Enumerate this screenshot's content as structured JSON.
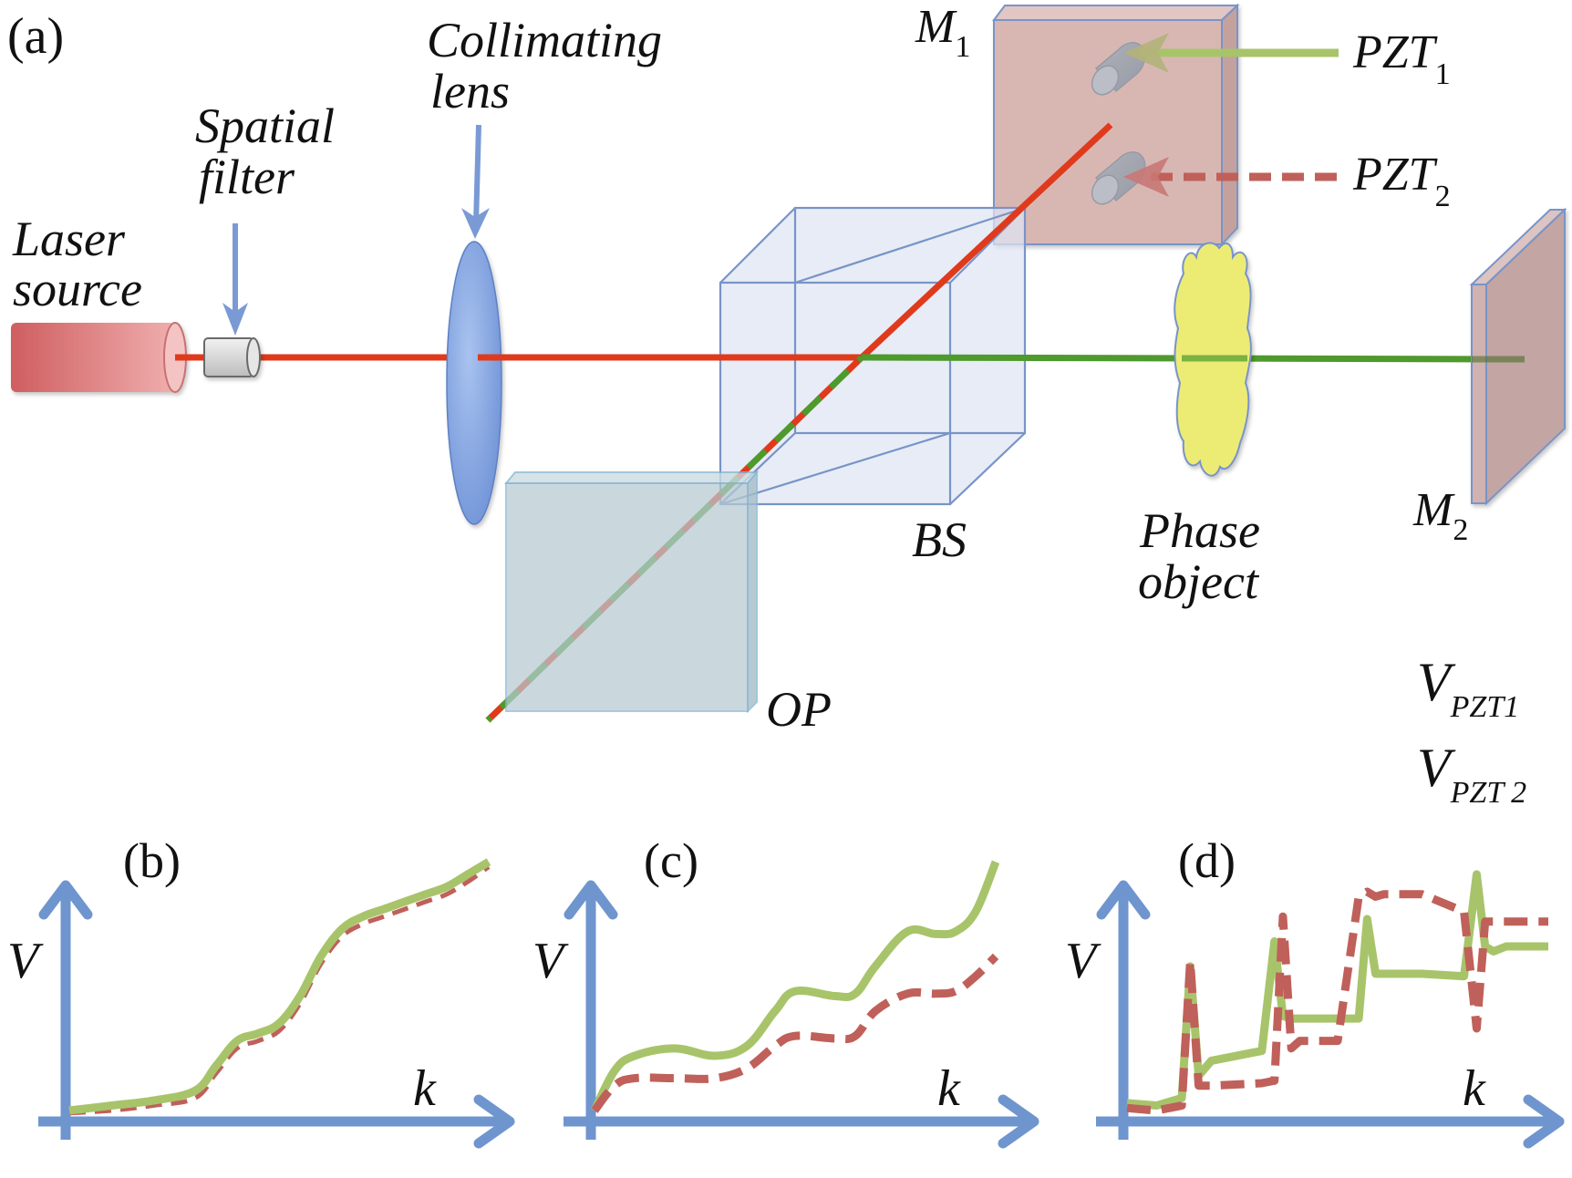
{
  "figure": {
    "panel_a": {
      "tag": "(a)",
      "labels": {
        "laser_line1": "Laser",
        "laser_line2": "source",
        "spatial_line1": "Spatial",
        "spatial_line2": "filter",
        "collimating_line1": "Collimating",
        "collimating_line2": "lens",
        "m1": "M",
        "m1_sub": "1",
        "m2": "M",
        "m2_sub": "2",
        "pzt1": "PZT",
        "pzt1_sub": "1",
        "pzt2": "PZT",
        "pzt2_sub": "2",
        "bs": "BS",
        "op": "OP",
        "phase_line1": "Phase",
        "phase_line2": "object"
      },
      "legend": [
        {
          "symbol": "V",
          "sub": "PZT1",
          "style": "solid",
          "color": "#a8c46a"
        },
        {
          "symbol": "V",
          "sub": "PZT 2",
          "style": "dashed",
          "color": "#c0605a"
        }
      ],
      "colors": {
        "beam_red": "#e03a1c",
        "beam_green": "#4e9a2c",
        "laser": "#d9787a",
        "lens": "#86a9e3",
        "cube": "#dfe4f3",
        "mirror": "#c9a9a6",
        "op": "#bccdd4",
        "phase_object": "#ecec74",
        "pointer": "#7a9ad6"
      }
    }
  },
  "chart_data": [
    {
      "type": "line",
      "title": "(b)",
      "xlabel": "k",
      "ylabel": "V",
      "x": [
        0,
        0.1,
        0.2,
        0.3,
        0.35,
        0.4,
        0.45,
        0.5,
        0.55,
        0.6,
        0.65,
        0.7,
        0.75,
        0.8,
        0.85,
        0.9,
        0.95,
        1.0
      ],
      "series": [
        {
          "name": "V_PZT1",
          "style": "solid",
          "values": [
            0.0,
            0.02,
            0.04,
            0.08,
            0.18,
            0.28,
            0.31,
            0.35,
            0.46,
            0.62,
            0.73,
            0.78,
            0.81,
            0.84,
            0.87,
            0.9,
            0.95,
            1.0
          ]
        },
        {
          "name": "V_PZT2",
          "style": "dashed",
          "values": [
            -0.01,
            0.0,
            0.02,
            0.05,
            0.15,
            0.25,
            0.28,
            0.32,
            0.43,
            0.59,
            0.7,
            0.75,
            0.78,
            0.81,
            0.84,
            0.87,
            0.92,
            0.98
          ]
        }
      ],
      "xlim": [
        0,
        1
      ],
      "ylim": [
        0,
        1.1
      ],
      "grid": false,
      "legend": "none"
    },
    {
      "type": "line",
      "title": "(c)",
      "xlabel": "k",
      "ylabel": "V",
      "x": [
        0,
        0.05,
        0.1,
        0.2,
        0.3,
        0.38,
        0.45,
        0.5,
        0.6,
        0.65,
        0.7,
        0.78,
        0.85,
        0.9,
        0.95,
        1.0
      ],
      "series": [
        {
          "name": "V_PZT1",
          "style": "solid",
          "values": [
            0.0,
            0.16,
            0.22,
            0.25,
            0.22,
            0.26,
            0.4,
            0.48,
            0.46,
            0.47,
            0.58,
            0.72,
            0.71,
            0.72,
            0.8,
            1.0
          ]
        },
        {
          "name": "V_PZT2",
          "style": "dashed",
          "values": [
            0.0,
            0.1,
            0.13,
            0.13,
            0.13,
            0.17,
            0.26,
            0.3,
            0.29,
            0.3,
            0.4,
            0.47,
            0.47,
            0.48,
            0.54,
            0.62
          ]
        }
      ],
      "xlim": [
        0,
        1
      ],
      "ylim": [
        0,
        1.1
      ],
      "grid": false,
      "legend": "none"
    },
    {
      "type": "line",
      "title": "(d)",
      "xlabel": "k",
      "ylabel": "V",
      "x": [
        0,
        0.07,
        0.13,
        0.15,
        0.17,
        0.2,
        0.32,
        0.35,
        0.37,
        0.39,
        0.41,
        0.45,
        0.5,
        0.55,
        0.57,
        0.59,
        0.61,
        0.63,
        0.7,
        0.8,
        0.83,
        0.85,
        0.87,
        0.9,
        1.0
      ],
      "series": [
        {
          "name": "V_PZT1",
          "style": "solid",
          "values": [
            0.03,
            0.02,
            0.05,
            0.58,
            0.14,
            0.2,
            0.24,
            0.68,
            0.38,
            0.37,
            0.37,
            0.37,
            0.37,
            0.37,
            0.77,
            0.55,
            0.55,
            0.55,
            0.55,
            0.54,
            0.95,
            0.66,
            0.64,
            0.66,
            0.66
          ]
        },
        {
          "name": "V_PZT2",
          "style": "dashed",
          "values": [
            0.01,
            0.0,
            0.02,
            0.6,
            0.1,
            0.1,
            0.11,
            0.12,
            0.78,
            0.25,
            0.28,
            0.28,
            0.28,
            0.86,
            0.88,
            0.86,
            0.87,
            0.87,
            0.87,
            0.8,
            0.33,
            0.76,
            0.76,
            0.76,
            0.76
          ]
        }
      ],
      "xlim": [
        0,
        1
      ],
      "ylim": [
        0,
        1.1
      ],
      "grid": false,
      "legend": "none"
    }
  ]
}
